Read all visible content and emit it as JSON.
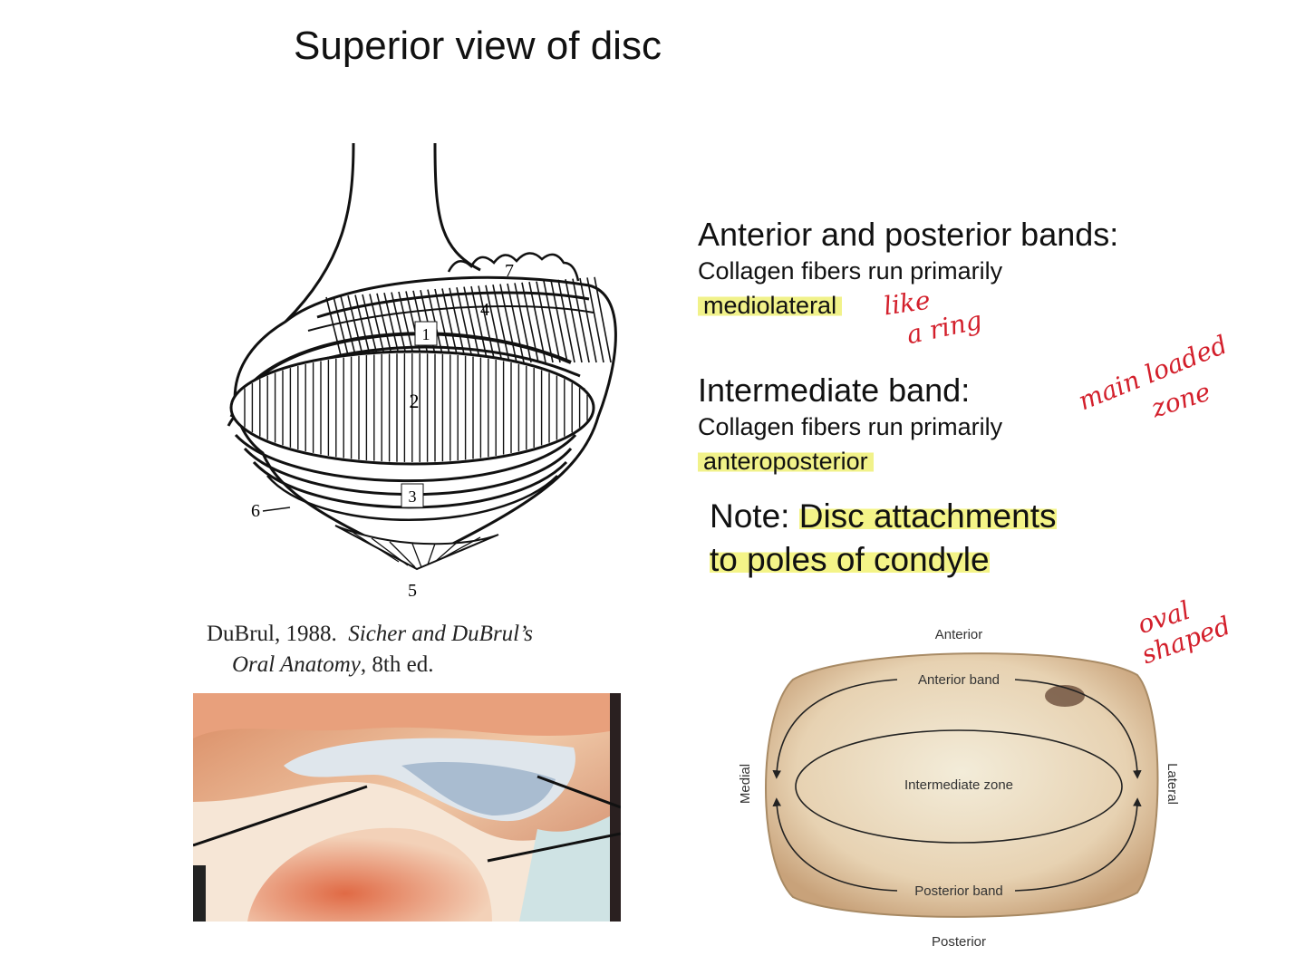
{
  "title": "Superior view of disc",
  "left_figure": {
    "labels": [
      "1",
      "2",
      "3",
      "4",
      "5",
      "6",
      "7"
    ]
  },
  "citation": {
    "line1_plain": "DuBrul, 1988.",
    "line1_italic": "Sicher and DuBrul’s",
    "line2_italic": "Oral Anatomy",
    "line2_plain": ", 8th ed."
  },
  "anterior_posterior": {
    "heading": "Anterior and posterior bands:",
    "text": "Collagen fibers run primarily",
    "highlight": "mediolateral"
  },
  "intermediate": {
    "heading": "Intermediate band:",
    "text": "Collagen fibers run primarily",
    "highlight": "anteroposterior"
  },
  "note": {
    "prefix": "Note: ",
    "line1": "Disc attachments",
    "line2": "to poles of condyle"
  },
  "handwriting": {
    "like_line1": "like",
    "like_line2": "a ring",
    "loaded_line1": "main loaded",
    "loaded_line2": "zone",
    "oval_line1": "oval",
    "oval_line2": "shaped"
  },
  "disc_figure": {
    "anterior": "Anterior",
    "posterior": "Posterior",
    "medial": "Medial",
    "lateral": "Lateral",
    "anterior_band": "Anterior band",
    "posterior_band": "Posterior band",
    "intermediate_zone": "Intermediate zone"
  },
  "colors": {
    "highlight": "#f1f28a",
    "ink": "#d31f2b"
  }
}
